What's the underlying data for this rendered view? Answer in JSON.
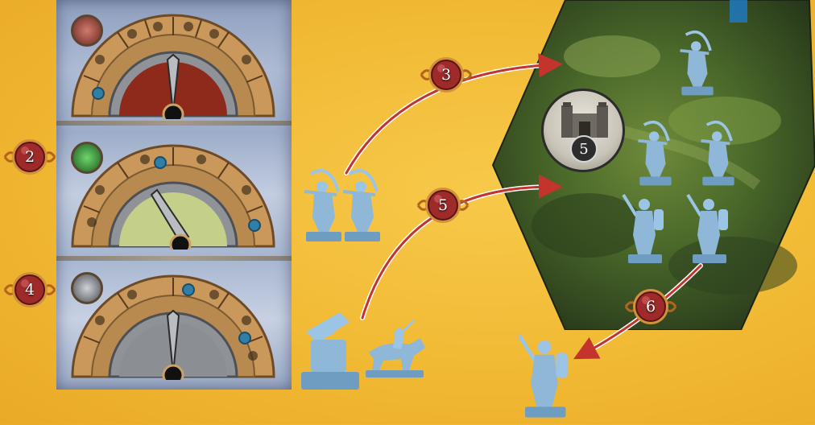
{
  "colors": {
    "background": "#f1b933",
    "miniature": "#9cc4e4",
    "badge": "#9e2a2a",
    "arrow": "#c2342c"
  },
  "steps": [
    {
      "id": "2",
      "label": "2"
    },
    {
      "id": "3",
      "label": "3"
    },
    {
      "id": "4",
      "label": "4"
    },
    {
      "id": "5",
      "label": "5"
    },
    {
      "id": "6",
      "label": "6"
    }
  ],
  "dials": [
    {
      "name": "top-dial",
      "center_color": "#8e2a1c"
    },
    {
      "name": "middle-dial",
      "center_color": "#c4cf8a"
    },
    {
      "name": "bottom-dial",
      "center_color": "#8b8f94"
    }
  ],
  "location_token": {
    "value": "5",
    "icon": "fortress-icon"
  },
  "figures": [
    {
      "name": "archer-figure",
      "count": 5
    },
    {
      "name": "swordsman-figure",
      "count": 3
    },
    {
      "name": "siege-engine-figure",
      "count": 1
    },
    {
      "name": "cavalry-figure",
      "count": 1
    }
  ]
}
